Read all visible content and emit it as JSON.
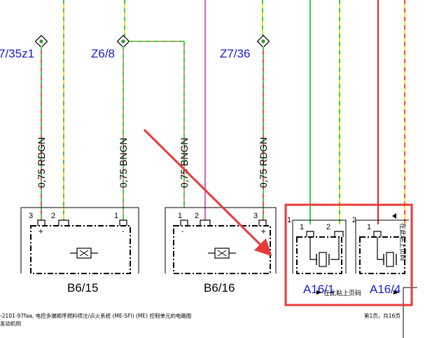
{
  "connectors": {
    "left": "7/35z1",
    "mid": "Z6/8",
    "right": "Z7/36"
  },
  "wires": {
    "w1": "0,75 RDGN",
    "w2": "0,75 BNGN",
    "w3": "0,75 BNGN",
    "w4": "0,75 RDGN"
  },
  "components": {
    "c1": {
      "label": "B6/15",
      "pins": [
        "3",
        "2",
        "1"
      ]
    },
    "c2": {
      "label": "B6/16",
      "pins": [
        "1",
        "2",
        "3"
      ]
    },
    "c3": {
      "label": "A16/1",
      "pins": [
        "1",
        "2"
      ],
      "group": "1"
    },
    "c4": {
      "label": "A16/4",
      "pins": [
        "1"
      ],
      "group": "2",
      "vertical_text": "在此粘上页码"
    }
  },
  "pin_signs": {
    "plus": "+",
    "minus": "-"
  },
  "note": "在此粘上页码",
  "footer": {
    "doc": "-2101-97faa, 电控多端顺序燃料喷注/点火系统 (ME-SFI) (ME) 控制单元的电路图",
    "sub": "发动机侧",
    "page": "第1页，共16页"
  },
  "colors": {
    "wire_red": "#ff4b4b",
    "wire_green": "#44cc44",
    "wire_yellow": "#e6e62e",
    "wire_brown": "#c8a070",
    "wire_magenta": "#e060c0",
    "wire_red_solid": "#ee2222",
    "highlight": "#e83a3a",
    "label_blue": "#1a1acc"
  }
}
